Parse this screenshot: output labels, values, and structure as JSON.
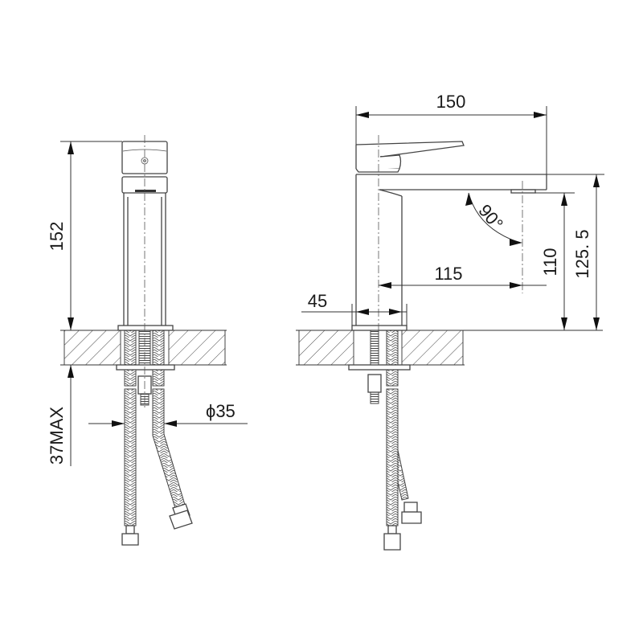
{
  "drawing": {
    "title": "Basin mixer tap dimension drawing",
    "line_color": "#333333",
    "background": "#ffffff",
    "views": {
      "side_view": {
        "dimensions": {
          "height": "152",
          "max_counter_thickness": "37MAX",
          "hole_diameter": "ϕ35"
        }
      },
      "front_view": {
        "dimensions": {
          "overall_length": "150",
          "spout_reach": "115",
          "body_width": "45",
          "spout_angle": "90°",
          "outlet_height": "110",
          "total_height": "125. 5"
        }
      }
    }
  }
}
